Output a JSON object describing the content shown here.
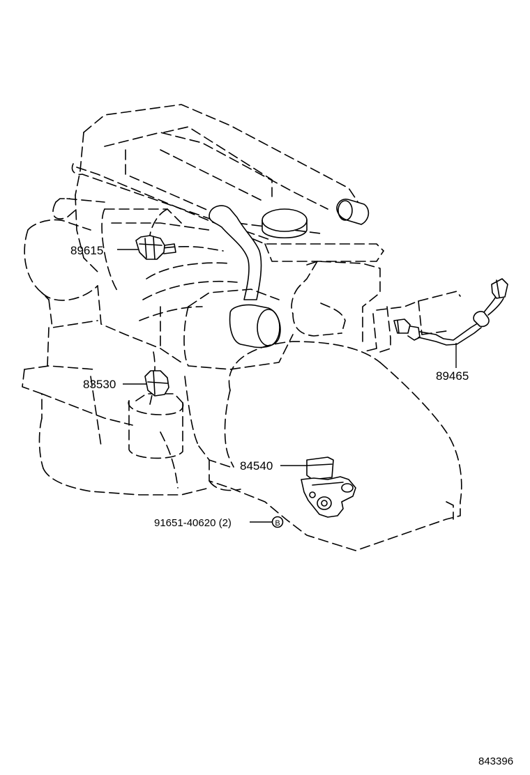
{
  "parts": [
    {
      "id": "knock-sensor",
      "number": "89615"
    },
    {
      "id": "oil-pressure-switch",
      "number": "83530"
    },
    {
      "id": "oxygen-sensor",
      "number": "89465"
    },
    {
      "id": "neutral-start-switch",
      "number": "84540"
    },
    {
      "id": "bolt",
      "number": "91651-40620 (2)",
      "marker": "B"
    }
  ],
  "illustration_id": "843396",
  "colors": {
    "line": "#000000",
    "background": "#ffffff"
  }
}
